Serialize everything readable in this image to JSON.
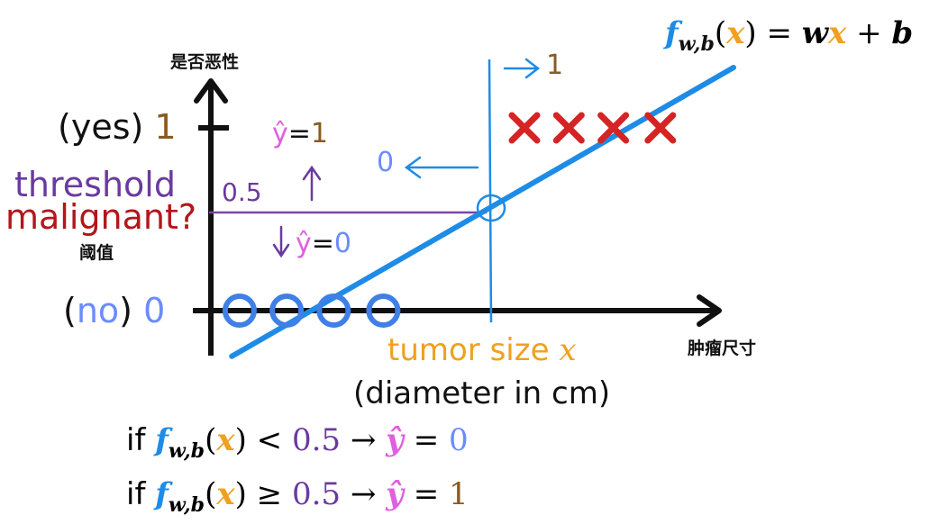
{
  "chart_data": {
    "type": "scatter",
    "title_formula": {
      "f": "f",
      "sub": "w,b",
      "lp": "(",
      "x": "x",
      "rp": ")",
      "eq": " = ",
      "w": "w",
      "x2": "x",
      "plus": " + ",
      "b": "b"
    },
    "y_axis_label_cn": "是否恶性",
    "x_axis_label_cn": "肿瘤尺寸",
    "x_axis_label": "tumor size",
    "x_axis_symbol": "x",
    "x_axis_unit": "(diameter in cm)",
    "y_ticks": [
      {
        "value": 1,
        "label_paren": "(yes)",
        "label_num": "1"
      },
      {
        "value": 0,
        "label_paren_open": "(",
        "label_word": "no",
        "label_paren_close": ")",
        "label_num": "0"
      }
    ],
    "threshold": {
      "value": 0.5,
      "label": "0.5",
      "word": "threshold",
      "question": "malignant?",
      "cn": "阈值"
    },
    "series": [
      {
        "marker": "o",
        "y": 0,
        "x": [
          0.55,
          1.45,
          2.35,
          3.3
        ]
      },
      {
        "marker": "x",
        "y": 1,
        "x": [
          6.0,
          6.85,
          7.7,
          8.6
        ]
      }
    ],
    "fit_line": {
      "x": [
        0.4,
        10.0
      ],
      "y": [
        -0.25,
        1.33
      ]
    },
    "decision_boundary_x": 5.3,
    "annotations": {
      "above_arrow_label": "1",
      "left_arrow_label": "0",
      "yhat_eq_1": {
        "hat": "ŷ",
        "eq": "=",
        "val": "1"
      },
      "yhat_eq_0": {
        "hat": "ŷ",
        "eq": "=",
        "val": "0"
      }
    },
    "rules": [
      {
        "if": "if ",
        "f": "f",
        "sub": "w,b",
        "lp": "(",
        "x": "x",
        "rp": ")",
        "op": " < ",
        "thr": "0.5",
        "arrow": " → ",
        "yhat": "ŷ",
        "eq": " = ",
        "val": "0"
      },
      {
        "if": "if ",
        "f": "f",
        "sub": "w,b",
        "lp": "(",
        "x": "x",
        "rp": ")",
        "op": " ≥ ",
        "thr": "0.5",
        "arrow": " → ",
        "yhat": "ŷ",
        "eq": " = ",
        "val": "1"
      }
    ],
    "colors": {
      "line": "#1e8ce6",
      "o_marker": "#3f7fe6",
      "x_marker": "#d42424",
      "yes": "#8a5a1f",
      "no_num": "#6b8cff",
      "threshold_line": "#7a44a8",
      "threshold_text": "#6a3aa0",
      "malignant_text": "#b3161b",
      "yhat": "#e05fe0",
      "orange": "#f0a020",
      "brown": "#8a5a1f"
    }
  }
}
